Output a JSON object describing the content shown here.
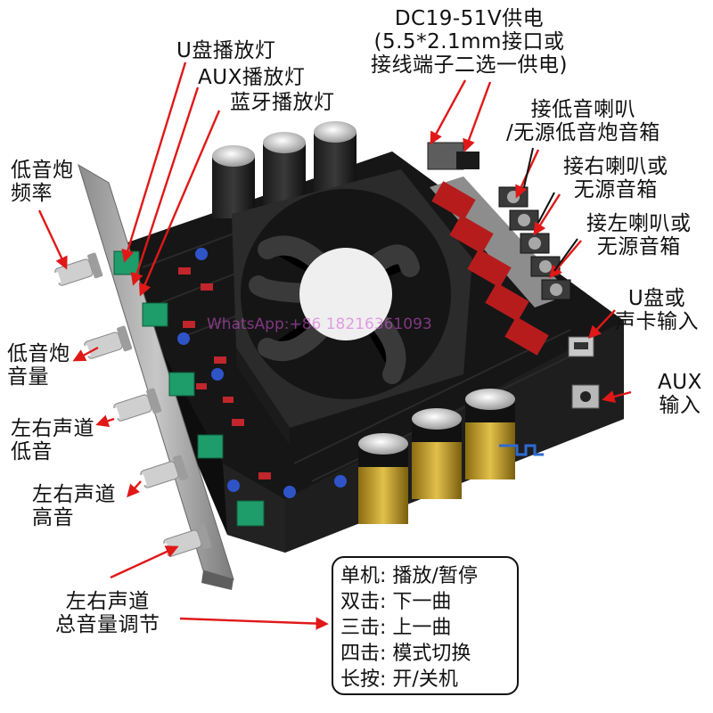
{
  "labels": {
    "power": [
      "DC19-51V供电",
      "(5.5*2.1mm接口或",
      "接线端子二选一供电)"
    ],
    "u_lamp": "U盘播放灯",
    "aux_lamp": "AUX播放灯",
    "bt_lamp": "蓝牙播放灯",
    "bass_freq": [
      "低音炮",
      "频率"
    ],
    "bass_vol": [
      "低音炮",
      "音量"
    ],
    "lr_bass": [
      "左右声道",
      "低音"
    ],
    "lr_treble": [
      "左右声道",
      "高音"
    ],
    "lr_master": [
      "左右声道",
      "总音量调节"
    ],
    "sub_out": [
      "接低音喇叭",
      "/无源低音炮音箱"
    ],
    "right_out": [
      "接右喇叭或",
      "无源音箱"
    ],
    "left_out": [
      "接左喇叭或",
      "无源音箱"
    ],
    "usb_in": [
      "U盘或",
      "声卡输入"
    ],
    "aux_in": [
      "AUX",
      "输入"
    ]
  },
  "controls_box": [
    "单机: 播放/暂停",
    "双击: 下一曲",
    "三击: 上一曲",
    "四击: 模式切换",
    "长按: 开/关机"
  ],
  "watermark": "WhatsApp:+86   18216361093",
  "colors": {
    "arrow": "#e01818",
    "board": "#141414",
    "pcb_trace": "#2a2a2a",
    "terminal_green": "#1e9c6a",
    "capacitor_gold": "#c9a227"
  }
}
